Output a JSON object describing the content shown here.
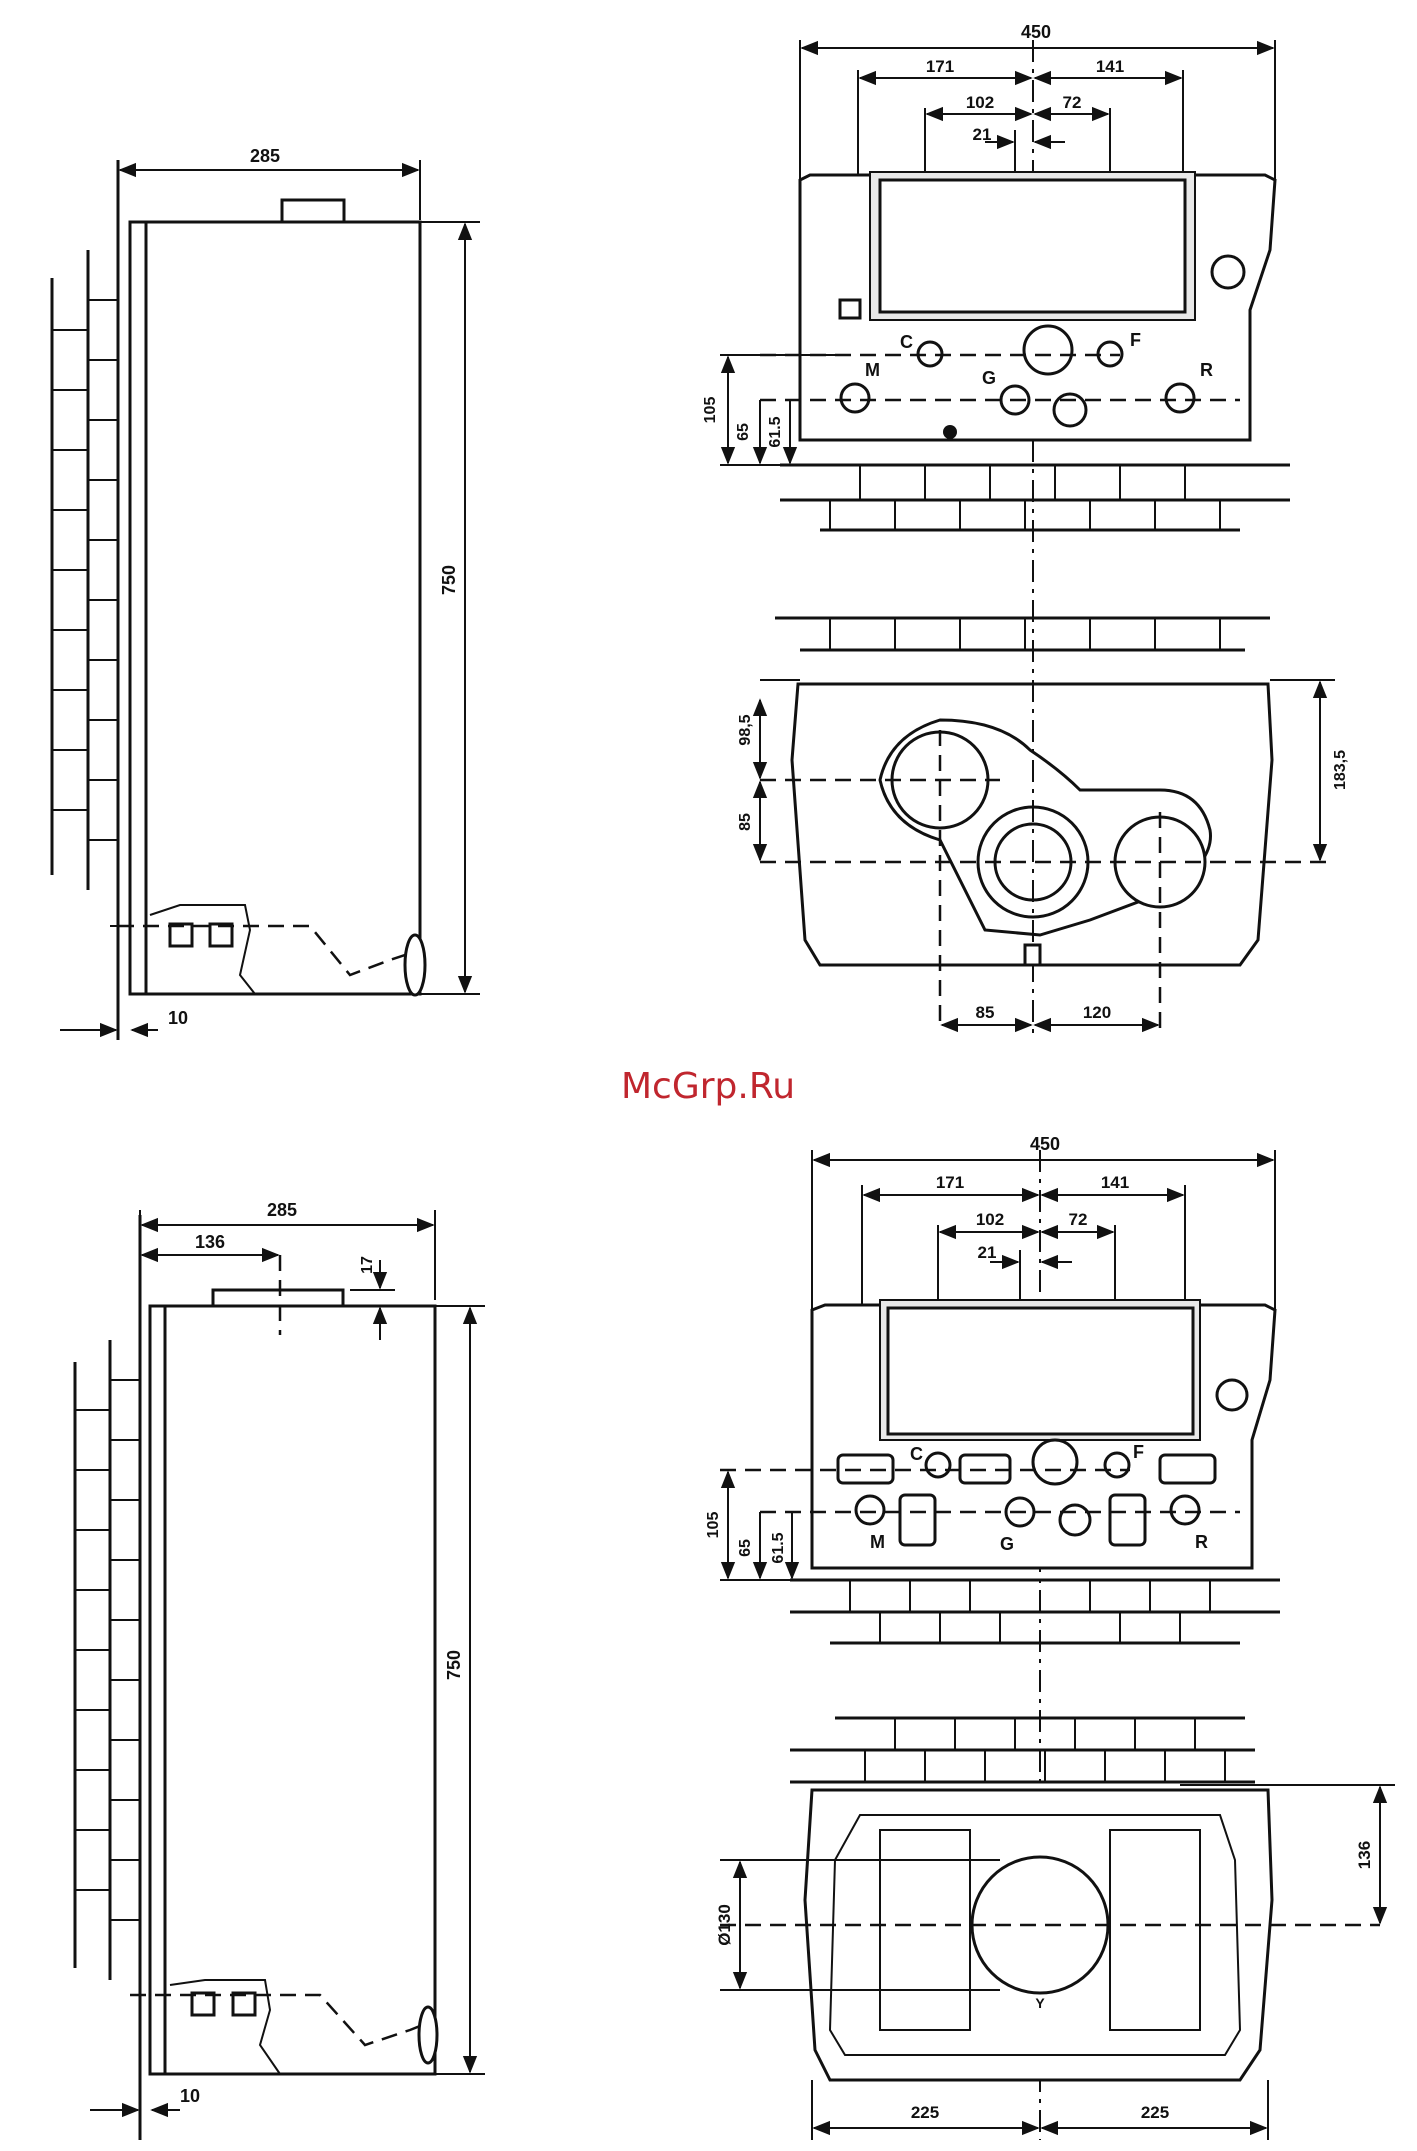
{
  "watermark": "McGrp.Ru",
  "top_side": {
    "width": "285",
    "height": "750",
    "wall_gap": "10"
  },
  "top_front": {
    "width": "450",
    "left": "171",
    "right": "141",
    "inner_left": "102",
    "inner_right": "72",
    "offset": "21",
    "h1": "105",
    "h2": "65",
    "h3": "61.5",
    "labels": {
      "c": "C",
      "f": "F",
      "m": "M",
      "g": "G",
      "r": "R"
    }
  },
  "top_plan": {
    "d1": "98,5",
    "d2": "85",
    "d3": "183,5",
    "bottom_left": "85",
    "bottom_right": "120"
  },
  "bottom_side": {
    "width": "285",
    "flue": "136",
    "top": "17",
    "height": "750",
    "wall_gap": "10"
  },
  "bottom_front": {
    "width": "450",
    "left": "171",
    "right": "141",
    "inner_left": "102",
    "inner_right": "72",
    "offset": "21",
    "h1": "105",
    "h2": "65",
    "h3": "61.5",
    "labels": {
      "c": "C",
      "f": "F",
      "m": "M",
      "g": "G",
      "r": "R"
    }
  },
  "bottom_plan": {
    "dia": "Ø130",
    "depth": "136",
    "left": "225",
    "right": "225",
    "axis": "Y"
  }
}
